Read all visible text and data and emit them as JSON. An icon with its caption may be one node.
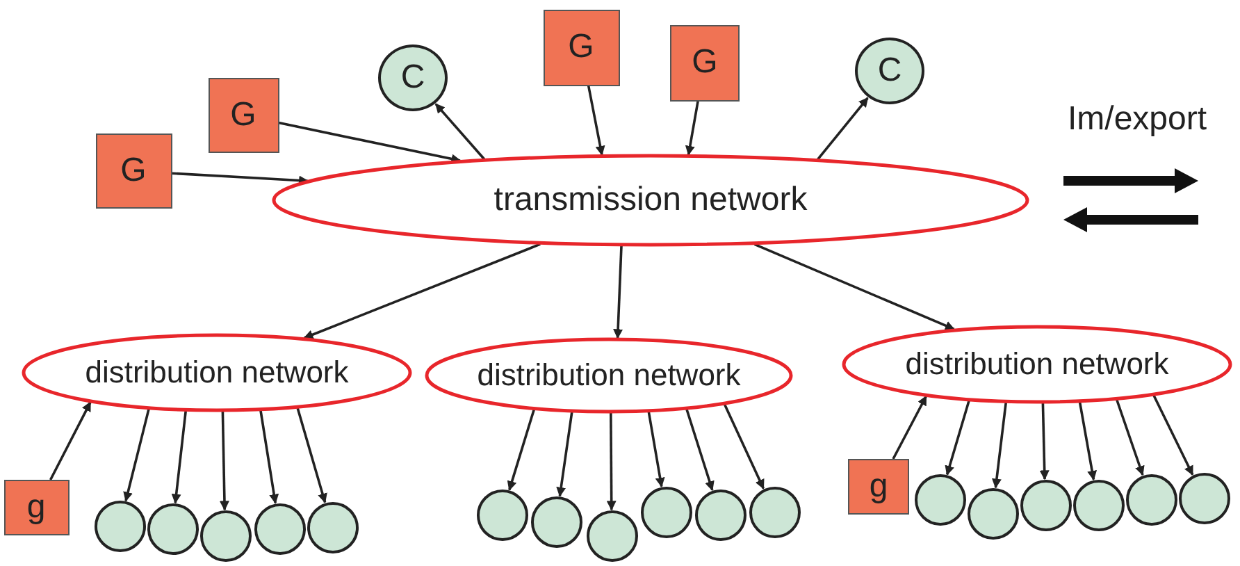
{
  "diagram": {
    "nodes": [
      {
        "text": [
          "transmission network"
        ]
      },
      {
        "text": [
          "G"
        ]
      },
      {
        "text": [
          "G"
        ]
      },
      {
        "text": [
          "G"
        ]
      },
      {
        "text": [
          "G"
        ]
      },
      {
        "text": [
          "C"
        ]
      },
      {
        "text": [
          "C"
        ]
      },
      {
        "text": [
          "distribution network"
        ]
      },
      {
        "text": [
          "distribution network"
        ]
      },
      {
        "text": [
          "distribution network"
        ]
      },
      {
        "text": [
          "g"
        ]
      },
      {
        "text": [],
        "shape": "circle"
      },
      {
        "text": [],
        "shape": "circle"
      },
      {
        "text": [],
        "shape": "circle"
      },
      {
        "text": [],
        "shape": "circle"
      },
      {
        "text": [],
        "shape": "circle"
      },
      {
        "text": [],
        "shape": "circle"
      },
      {
        "text": [],
        "shape": "circle"
      },
      {
        "text": [],
        "shape": "circle"
      },
      {
        "text": [],
        "shape": "circle"
      },
      {
        "text": [],
        "shape": "circle"
      },
      {
        "text": [],
        "shape": "circle"
      },
      {
        "text": [
          "g"
        ]
      },
      {
        "text": [],
        "shape": "circle"
      },
      {
        "text": [],
        "shape": "circle"
      },
      {
        "text": [],
        "shape": "circle"
      },
      {
        "text": [],
        "shape": "circle"
      },
      {
        "text": [],
        "shape": "circle"
      },
      {
        "text": [],
        "shape": "circle"
      }
    ],
    "edges": [
      {
        "from": 1,
        "to": 0,
        "arrow": "to"
      },
      {
        "from": 2,
        "to": 0,
        "arrow": "to"
      },
      {
        "from": 0,
        "to": 5,
        "arrow": "to"
      },
      {
        "from": 3,
        "to": 0,
        "arrow": "to"
      },
      {
        "from": 4,
        "to": 0,
        "arrow": "to"
      },
      {
        "from": 0,
        "to": 6,
        "arrow": "to"
      },
      {
        "from": 0,
        "to": 7,
        "arrow": "to"
      },
      {
        "from": 0,
        "to": 8,
        "arrow": "to"
      },
      {
        "from": 0,
        "to": 9,
        "arrow": "to"
      },
      {
        "from": 10,
        "to": 7,
        "arrow": "to"
      },
      {
        "from": 7,
        "to": 11,
        "arrow": "to"
      },
      {
        "from": 7,
        "to": 12,
        "arrow": "to"
      },
      {
        "from": 7,
        "to": 13,
        "arrow": "to"
      },
      {
        "from": 7,
        "to": 14,
        "arrow": "to"
      },
      {
        "from": 7,
        "to": 15,
        "arrow": "to"
      },
      {
        "from": 8,
        "to": 16,
        "arrow": "to"
      },
      {
        "from": 8,
        "to": 17,
        "arrow": "to"
      },
      {
        "from": 8,
        "to": 18,
        "arrow": "to"
      },
      {
        "from": 8,
        "to": 19,
        "arrow": "to"
      },
      {
        "from": 8,
        "to": 20,
        "arrow": "to"
      },
      {
        "from": 8,
        "to": 21,
        "arrow": "to"
      },
      {
        "from": 22,
        "to": 9,
        "arrow": "to"
      },
      {
        "from": 9,
        "to": 23,
        "arrow": "to"
      },
      {
        "from": 9,
        "to": 24,
        "arrow": "to"
      },
      {
        "from": 9,
        "to": 25,
        "arrow": "to"
      },
      {
        "from": 9,
        "to": 26,
        "arrow": "to"
      },
      {
        "from": 9,
        "to": 27,
        "arrow": "to"
      },
      {
        "from": 9,
        "to": 28,
        "arrow": "to"
      }
    ],
    "labels": [
      "Im/export"
    ]
  }
}
